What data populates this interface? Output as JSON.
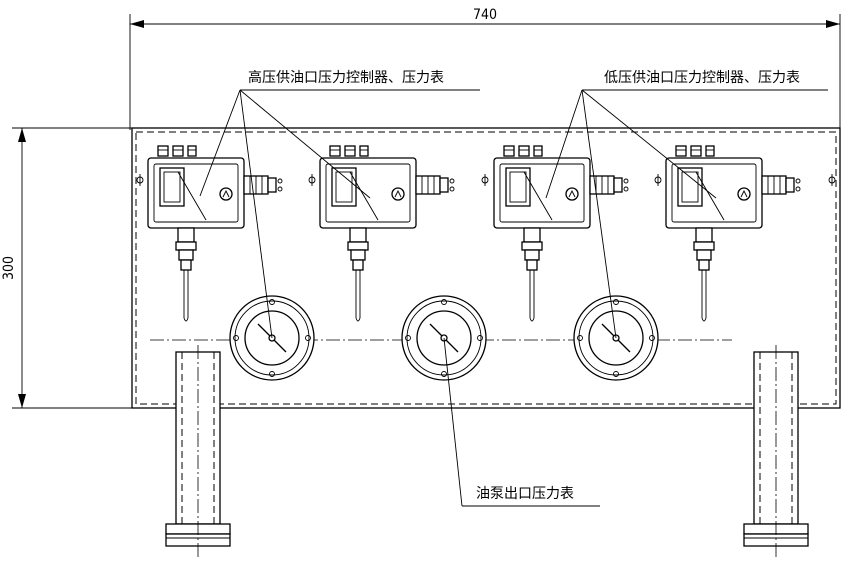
{
  "dimensions": {
    "width_value": "740",
    "height_value": "300"
  },
  "labels": {
    "high_pressure": "高压供油口压力控制器、压力表",
    "low_pressure": "低压供油口压力控制器、压力表",
    "pump_outlet": "油泵出口压力表"
  },
  "components": {
    "pressure_controllers": 4,
    "pressure_gauges": 3,
    "support_legs": 2
  }
}
